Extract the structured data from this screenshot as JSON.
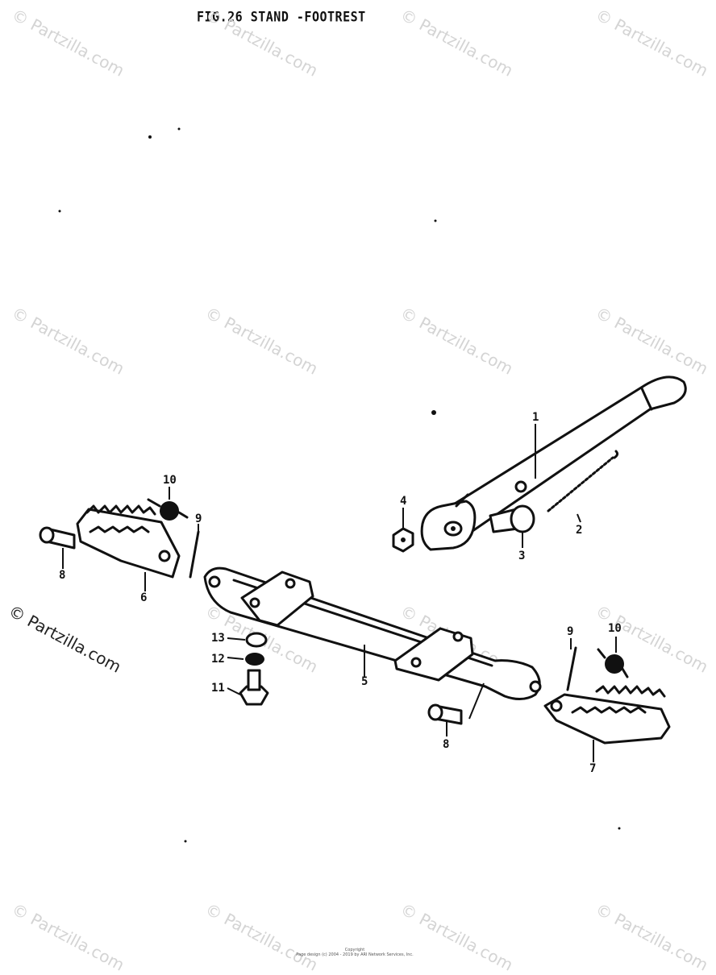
{
  "figure": {
    "title": "FIG.26  STAND -FOOTREST"
  },
  "watermark": {
    "text": "© Partzilla.com"
  },
  "callouts": {
    "c1": "1",
    "c2": "2",
    "c3": "3",
    "c4": "4",
    "c5": "5",
    "c6": "6",
    "c7": "7",
    "c8a": "8",
    "c8b": "8",
    "c9a": "9",
    "c9b": "9",
    "c10a": "10",
    "c10b": "10",
    "c11": "11",
    "c12": "12",
    "c13": "13"
  },
  "footer": {
    "line1": "Copyright",
    "line2": "Page design (c) 2004 - 2019 by ARI Network Services, Inc."
  },
  "colors": {
    "ink": "#111111",
    "watermark": "#d4d4d4",
    "background": "#ffffff"
  }
}
